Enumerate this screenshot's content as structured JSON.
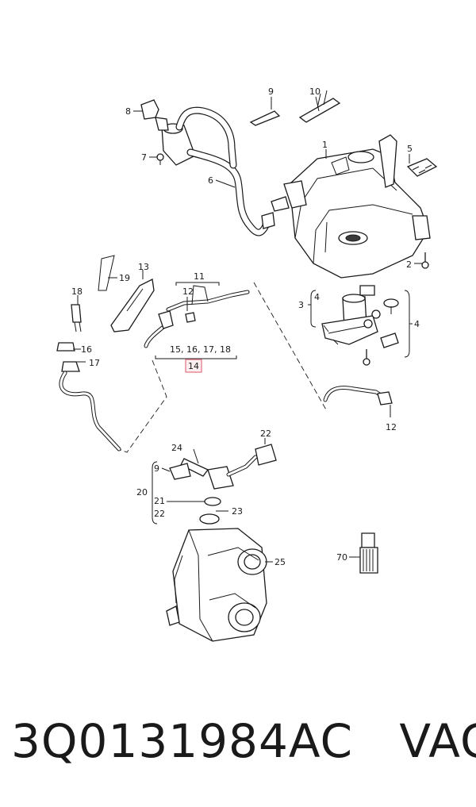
{
  "diagram": {
    "callouts": {
      "c1": "1",
      "c2": "2",
      "c3": "3",
      "c4a": "4",
      "c4b": "4",
      "c5": "5",
      "c6": "6",
      "c7": "7",
      "c8": "8",
      "c9a": "9",
      "c9b": "9",
      "c10": "10",
      "c11": "11",
      "c12a": "12",
      "c12b": "12",
      "c13": "13",
      "c14": "14",
      "c15_18": "15, 16, 17, 18",
      "c16": "16",
      "c17": "17",
      "c18": "18",
      "c19": "19",
      "c20": "20",
      "c21": "21",
      "c22a": "22",
      "c22b": "22",
      "c23": "23",
      "c24": "24",
      "c25": "25",
      "c70": "70"
    }
  },
  "footer": {
    "part_number": "3Q0131984AC",
    "brand": "VAG"
  }
}
